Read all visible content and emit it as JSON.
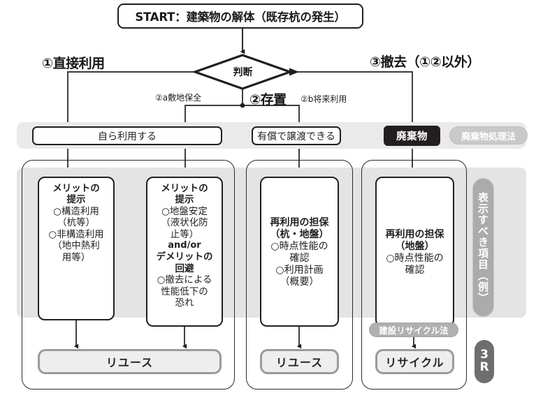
{
  "diagram": {
    "title": "START：建築物の解体（既存杭の発生）",
    "decision": "判断",
    "branches": {
      "b1": "①直接利用",
      "b2": "②存置",
      "b3": "③撤去（①②以外）",
      "b2a": "②a敷地保全",
      "b2b": "②b将来利用"
    },
    "row2": {
      "self_use": "自ら利用する",
      "paid_transfer": "有償で譲渡できる",
      "waste": "廃棄物",
      "waste_law_badge": "廃棄物処理法"
    },
    "boxes": {
      "merit1": {
        "title_l1": "メリットの",
        "title_l2": "提示",
        "lines": [
          "○構造利用",
          "（杭等）",
          "○非構造利用",
          "（地中熱利",
          "用等）"
        ]
      },
      "merit2": {
        "title_l1": "メリットの",
        "title_l2": "提示",
        "lines_a": [
          "○地盤安定",
          "（液状化防",
          "止等）"
        ],
        "andor": "and/or",
        "title2_l1": "デメリットの",
        "title2_l2": "回避",
        "lines_b": [
          "○撤去による",
          "性能低下の",
          "恐れ"
        ]
      },
      "guarantee1": {
        "title_l1": "再利用の担保",
        "title_l2": "（杭・地盤）",
        "lines": [
          "○時点性能の",
          "確認",
          "○利用計画",
          "（概要）"
        ]
      },
      "guarantee2": {
        "title_l1": "再利用の担保",
        "title_l2": "（地盤）",
        "lines": [
          "○時点性能の",
          "確認"
        ]
      }
    },
    "results": {
      "reuse1": "リユース",
      "reuse2": "リユース",
      "recycle": "リサイクル",
      "construction_recycle_law": "建設リサイクル法"
    },
    "side_labels": {
      "display_items": "表示すべき項目（例）",
      "r3_top": "3",
      "r3_bottom": "R"
    },
    "colors": {
      "ink": "#231f1e",
      "band_grey": "#e4e4e4",
      "pill_grey": "#c9c9c9",
      "result_border": "#9b9b9b",
      "badge_grey": "#6e6e6e"
    }
  }
}
